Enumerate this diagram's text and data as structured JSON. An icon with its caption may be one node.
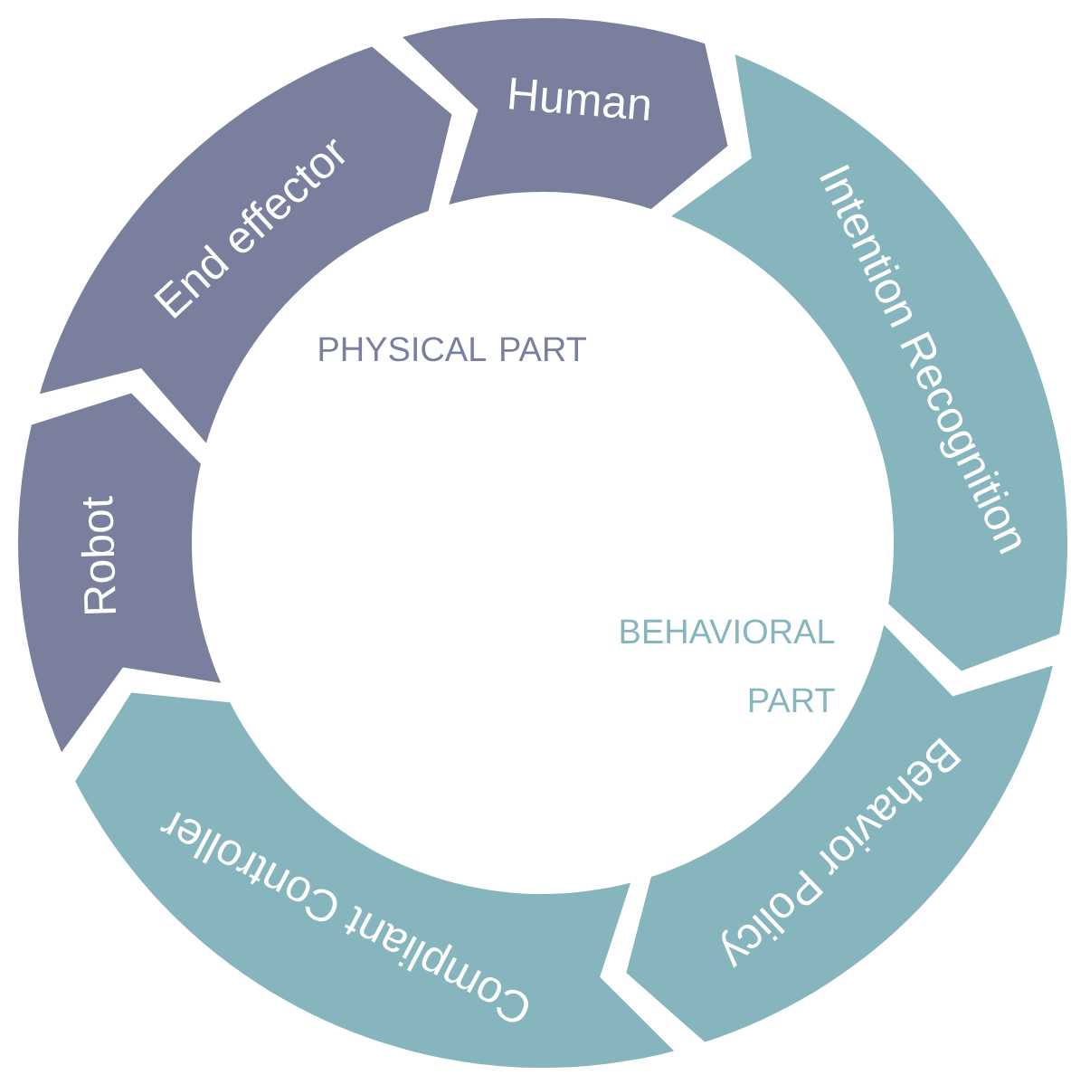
{
  "diagram": {
    "nodes": [
      {
        "text": [
          "Human"
        ]
      },
      {
        "text": [
          "Intention Recognition"
        ]
      },
      {
        "text": [
          "Behavior Policy"
        ]
      },
      {
        "text": [
          "Compliant Controller"
        ]
      },
      {
        "text": [
          "Robot"
        ]
      },
      {
        "text": [
          "End effector"
        ]
      }
    ],
    "labels": [
      "PHYSICAL PART",
      "BEHAVIORAL PART"
    ]
  }
}
